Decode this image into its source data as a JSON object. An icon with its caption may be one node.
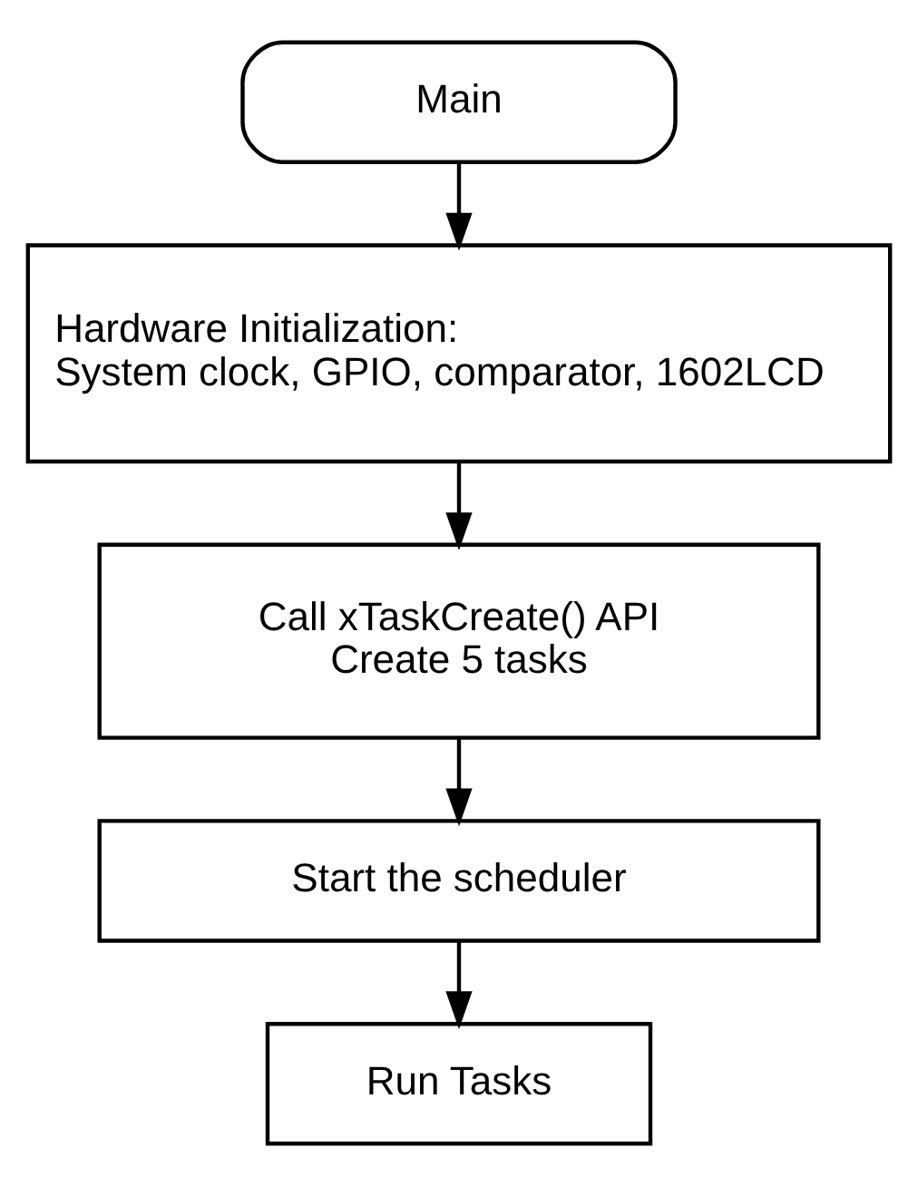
{
  "diagram": {
    "nodes": [
      {
        "text": [
          "Main"
        ]
      },
      {
        "text": [
          "Hardware Initialization:",
          "System clock, GPIO, comparator, 1602LCD"
        ]
      },
      {
        "text": [
          "Call xTaskCreate() API",
          "Create 5 tasks"
        ]
      },
      {
        "text": [
          "Start the scheduler"
        ]
      },
      {
        "text": [
          "Run Tasks"
        ]
      }
    ],
    "edges": [
      {
        "from": 0,
        "to": 1,
        "arrow": "to"
      },
      {
        "from": 1,
        "to": 2,
        "arrow": "to"
      },
      {
        "from": 2,
        "to": 3,
        "arrow": "to"
      },
      {
        "from": 3,
        "to": 4,
        "arrow": "to"
      }
    ]
  }
}
